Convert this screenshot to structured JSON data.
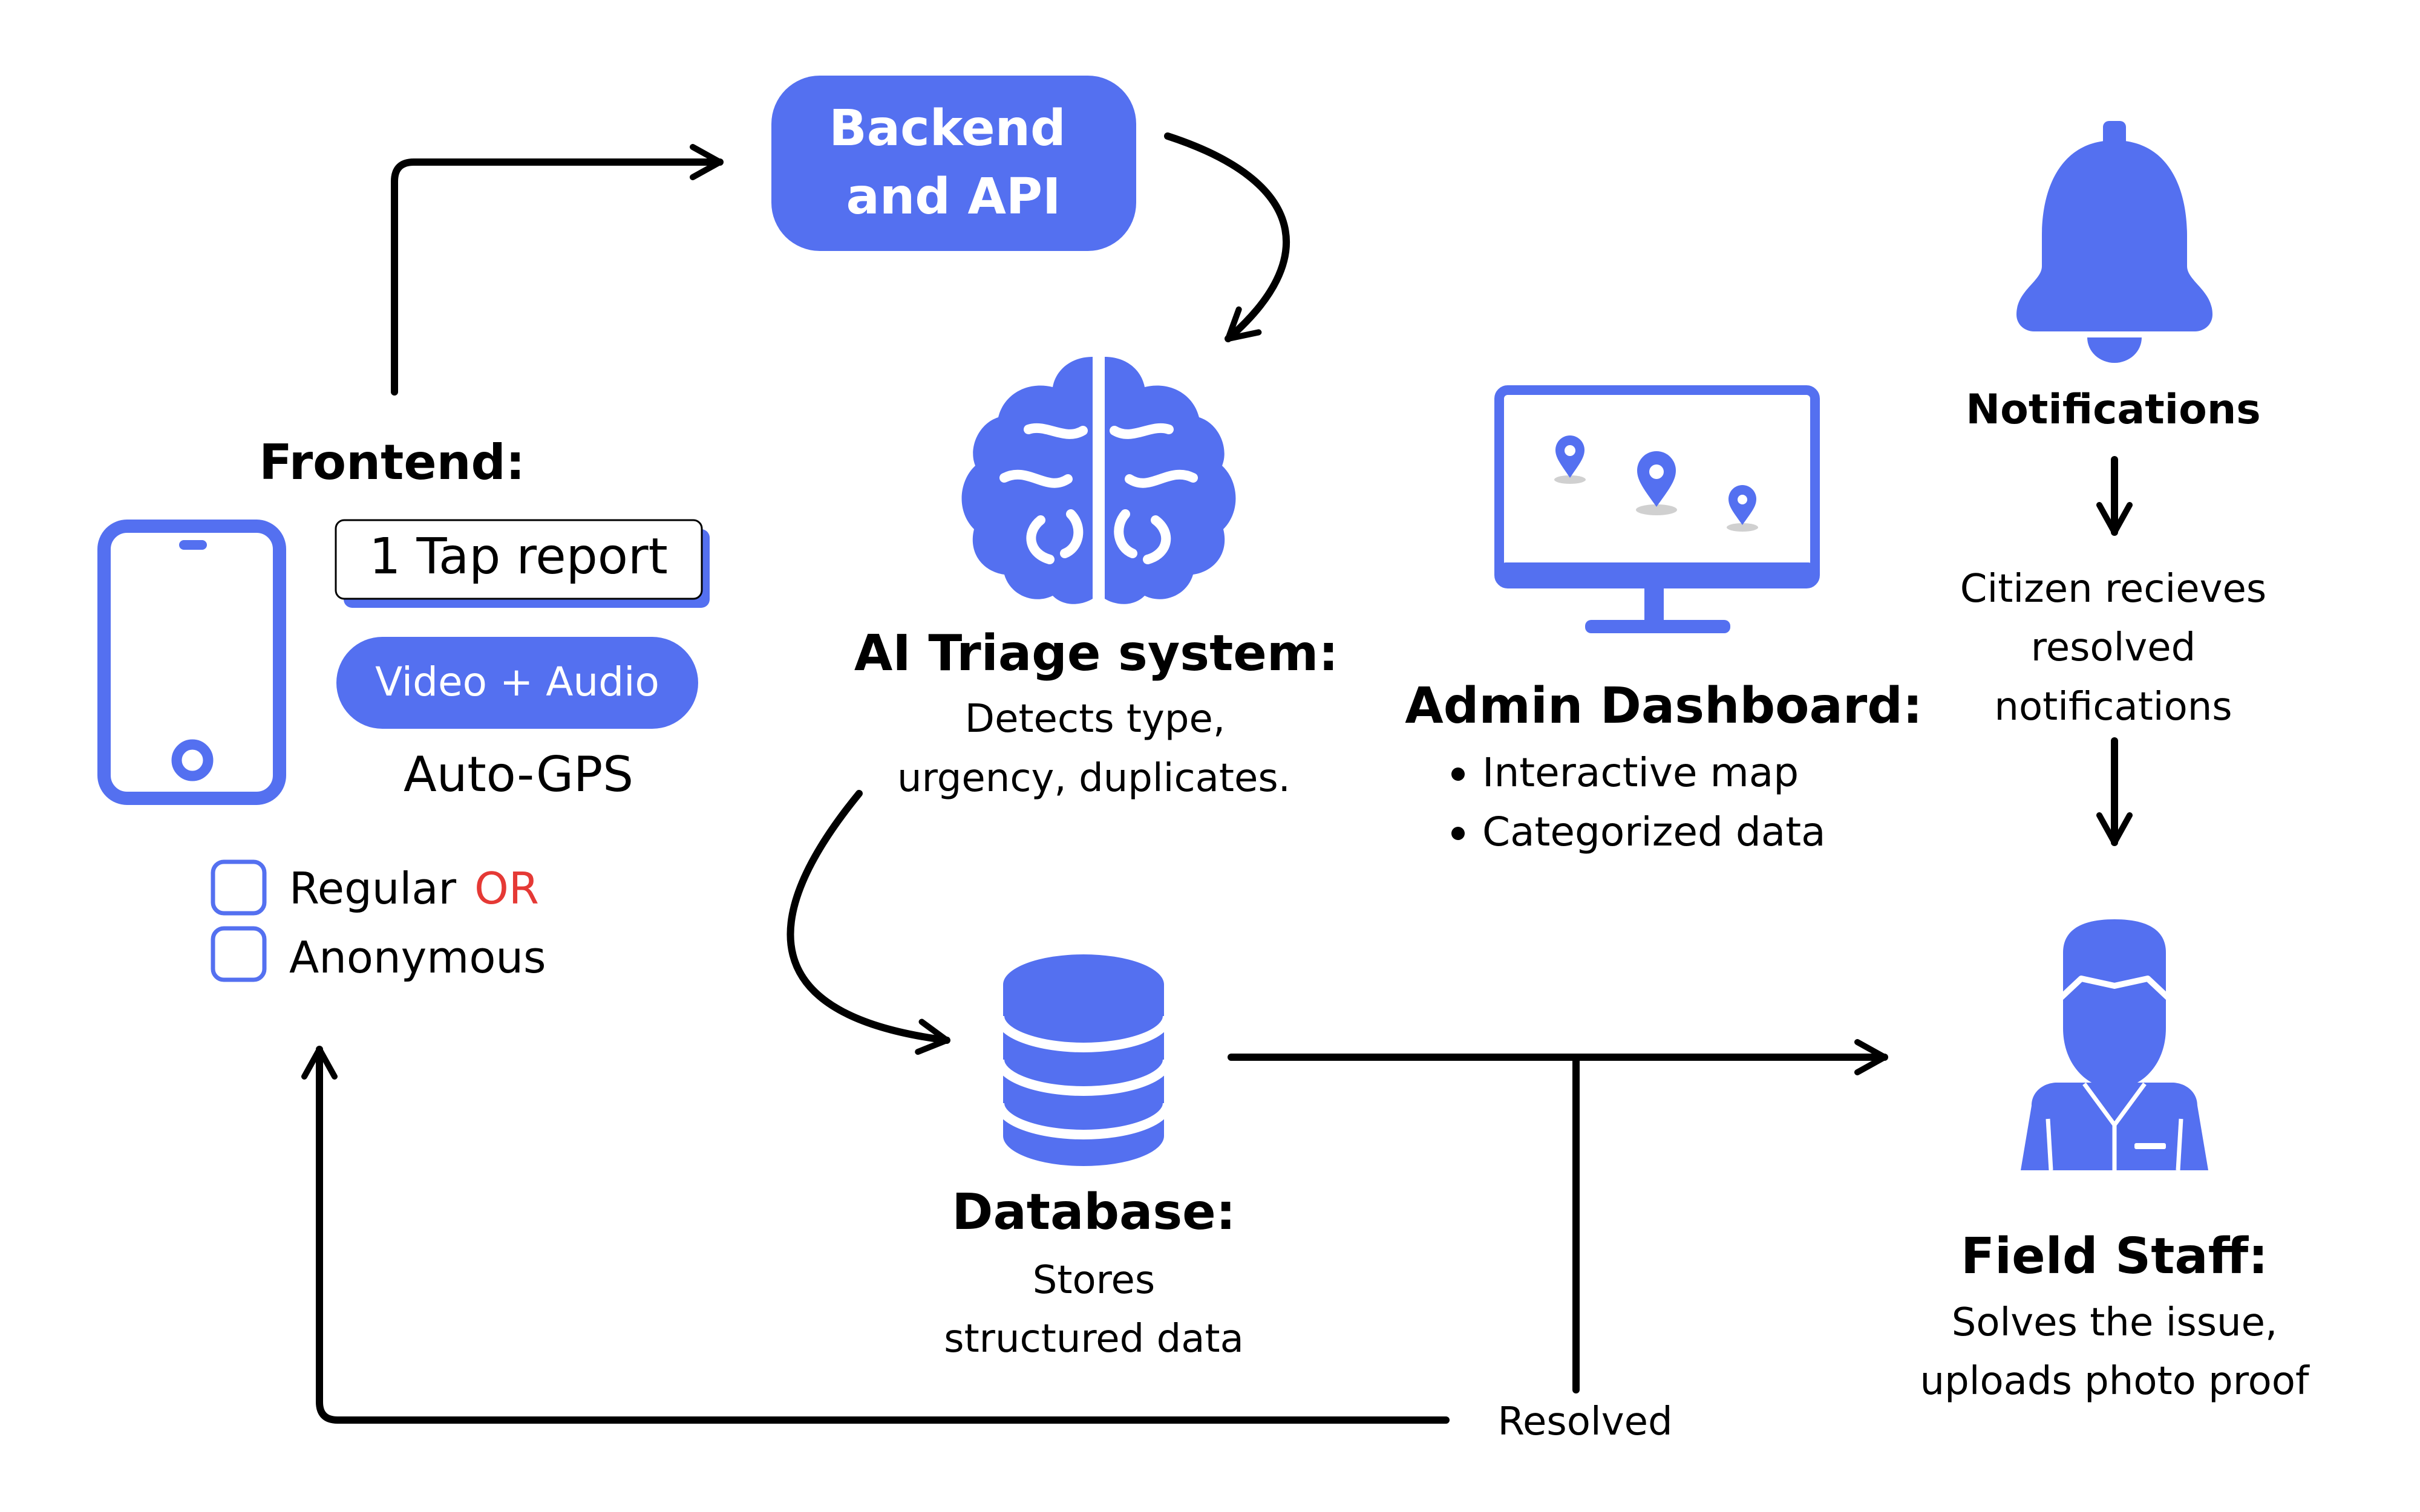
{
  "colors": {
    "accent": "#5470F0",
    "ink": "#000000",
    "or_red": "#E53935",
    "background": "#FFFFFF"
  },
  "frontend": {
    "title": "Frontend:",
    "tap_report": "1 Tap report",
    "video_audio": "Video + Audio",
    "auto_gps": "Auto-GPS",
    "option_regular": "Regular",
    "option_or": "OR",
    "option_anonymous": "Anonymous",
    "icon": "smartphone-icon"
  },
  "backend": {
    "line1": "Backend",
    "line2": "and API"
  },
  "ai_triage": {
    "title": "AI Triage system:",
    "desc_line1": "Detects type,",
    "desc_line2": "urgency, duplicates.",
    "icon": "brain-icon"
  },
  "admin": {
    "title": "Admin Dashboard:",
    "bullet1": "Interactive map",
    "bullet2": "Categorized data",
    "icon": "monitor-map-icon"
  },
  "notifications": {
    "title": "Notifications",
    "desc_line1": "Citizen recieves",
    "desc_line2": "resolved",
    "desc_line3": "notifications",
    "icon": "bell-icon"
  },
  "database": {
    "title": "Database:",
    "desc_line1": "Stores",
    "desc_line2": "structured data",
    "icon": "database-icon"
  },
  "field_staff": {
    "title": "Field Staff:",
    "desc_line1": "Solves the issue,",
    "desc_line2": "uploads photo proof",
    "icon": "worker-icon"
  },
  "resolved_label": "Resolved"
}
